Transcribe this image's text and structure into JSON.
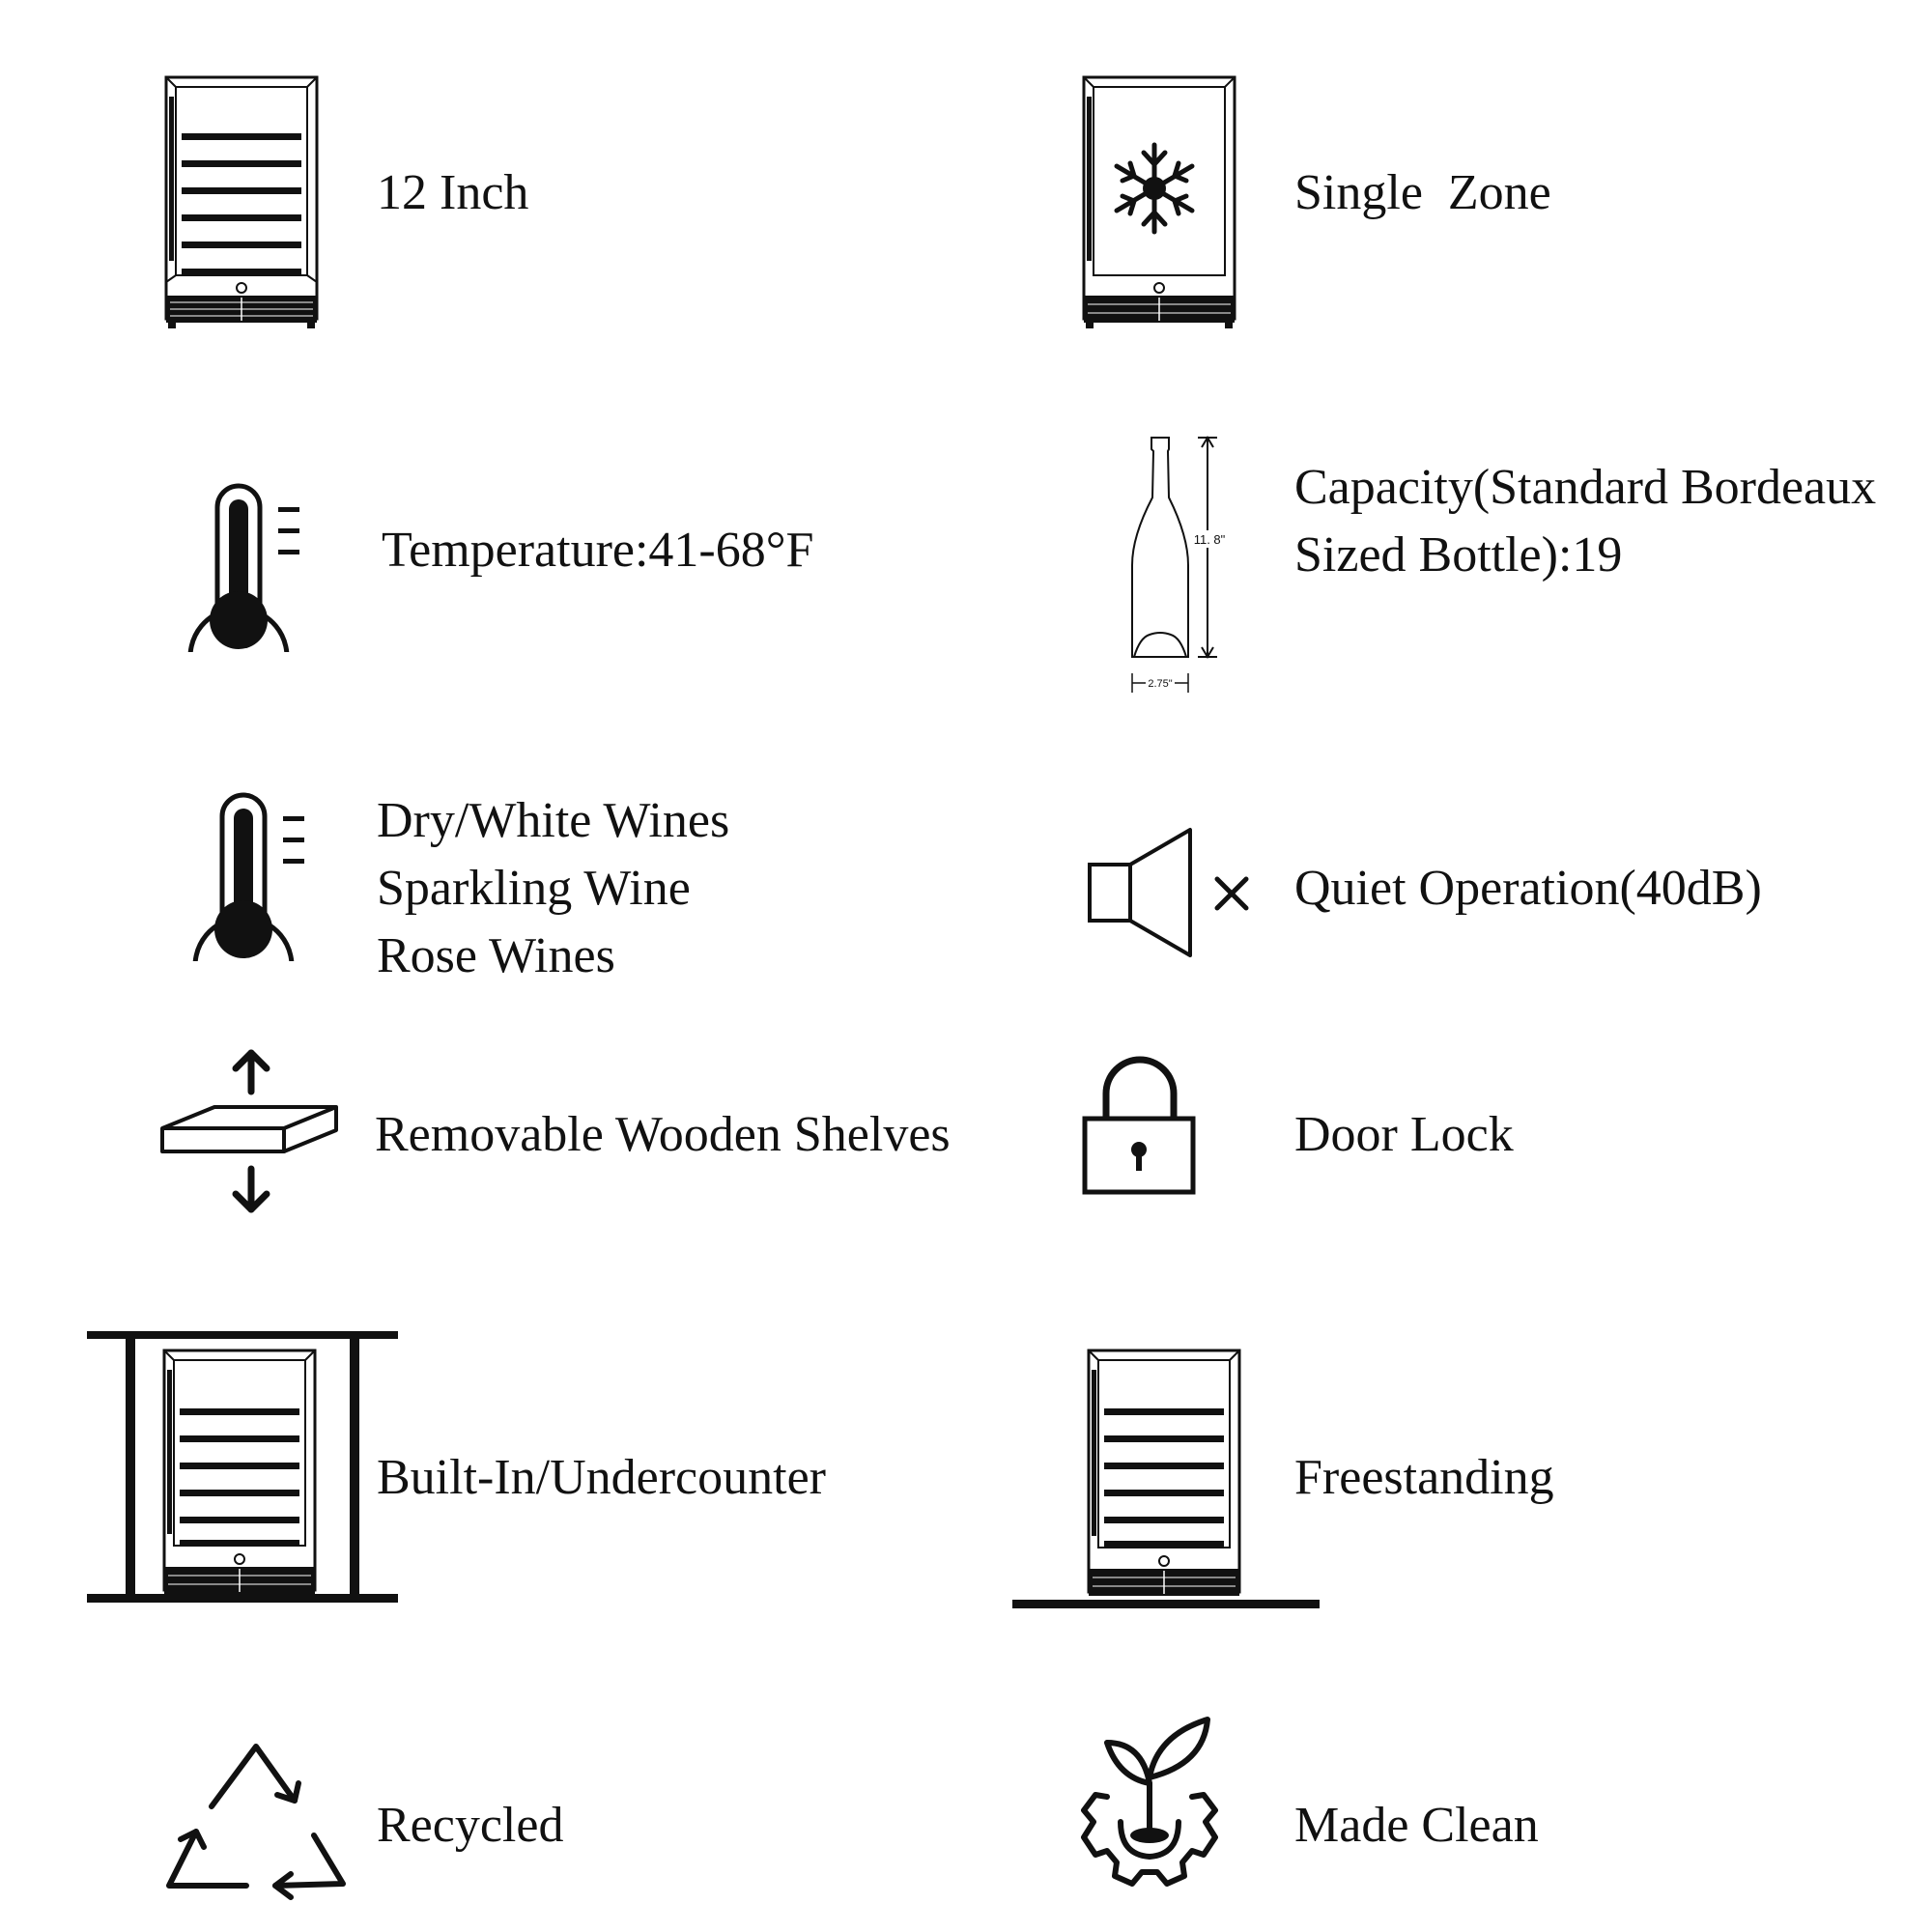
{
  "features": {
    "size": {
      "icon": "wine-fridge-icon",
      "label": "12 Inch"
    },
    "zone": {
      "icon": "snowflake-fridge-icon",
      "label": "Single  Zone"
    },
    "temperature": {
      "icon": "thermometer-icon",
      "label": "Temperature:41-68°F"
    },
    "capacity": {
      "icon": "wine-bottle-icon",
      "lines": [
        "Capacity(Standard Bordeaux",
        "Sized Bottle):19"
      ],
      "bottle_height": "11. 8\"",
      "bottle_width": "2.75\""
    },
    "wines": {
      "icon": "thermometer-icon",
      "lines": [
        "Dry/White Wines",
        "Sparkling Wine",
        "Rose Wines"
      ]
    },
    "quiet": {
      "icon": "muted-speaker-icon",
      "label": "Quiet Operation(40dB)"
    },
    "shelves": {
      "icon": "shelf-arrows-icon",
      "label": "Removable Wooden Shelves"
    },
    "lock": {
      "icon": "padlock-icon",
      "label": "Door Lock"
    },
    "builtin": {
      "icon": "undercounter-fridge-icon",
      "label": "Built-In/Undercounter"
    },
    "freestanding": {
      "icon": "freestanding-fridge-icon",
      "label": "Freestanding"
    },
    "recycled": {
      "icon": "recycle-icon",
      "label": "Recycled"
    },
    "clean": {
      "icon": "sprout-gear-icon",
      "label": "Made Clean"
    }
  }
}
